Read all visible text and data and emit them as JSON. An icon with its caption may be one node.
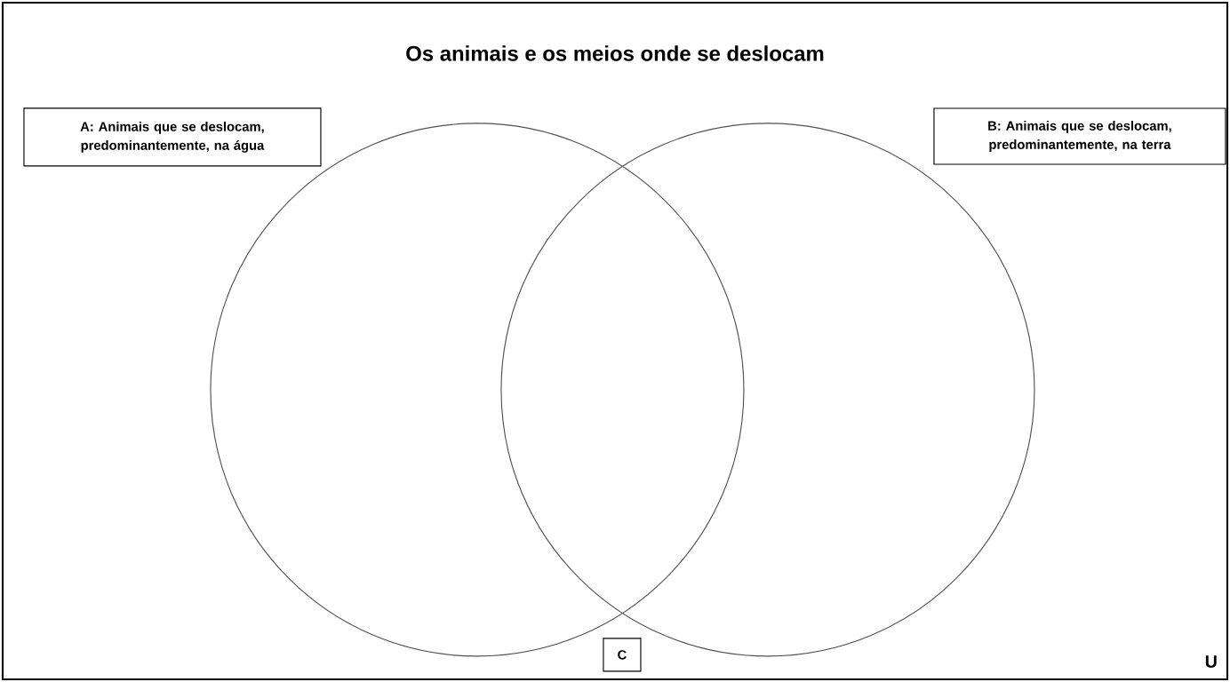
{
  "diagram": {
    "title": "Os animais e os meios onde se deslocam",
    "nodes": [
      {
        "text": [
          "U"
        ]
      },
      {
        "text": [
          "A: Animais que se deslocam, predominantemente, na água"
        ],
        "in": 0
      },
      {
        "text": [
          "B: Animais que se deslocam, predominantemente, na terra"
        ],
        "in": 0
      },
      {
        "text": [],
        "shape": "circle",
        "in": 0
      },
      {
        "text": [],
        "shape": "circle",
        "in": 0
      },
      {
        "text": [
          "C"
        ],
        "in": 0
      }
    ]
  }
}
